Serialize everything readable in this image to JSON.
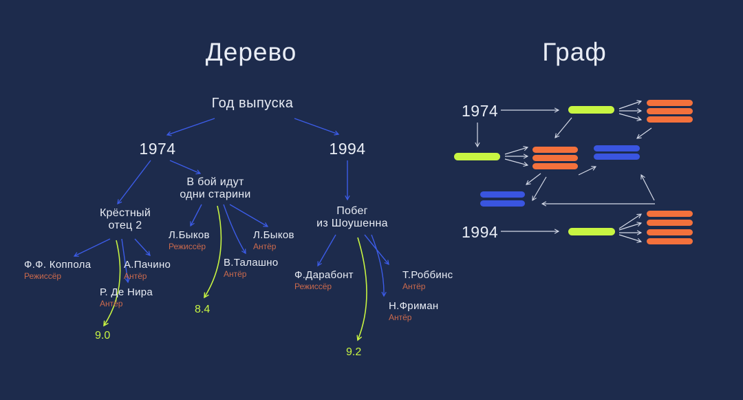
{
  "tree": {
    "title": "Дерево",
    "root_label": "Год выпуска",
    "year_left": "1974",
    "year_right": "1994",
    "movies": {
      "godfather": {
        "line1": "Крёстный",
        "line2": "отец 2"
      },
      "oldmen": {
        "line1": "В бой идут",
        "line2": "одни старини"
      },
      "shawshank": {
        "line1": "Побег",
        "line2": "из Шоушенна"
      }
    },
    "people": {
      "coppola": {
        "name": "Ф.Ф. Коппола",
        "role": "Режиссёр"
      },
      "pacino": {
        "name": "А.Пачино",
        "role": "Антёр"
      },
      "deniro": {
        "name": "Р. Де Нира",
        "role": "Антёр"
      },
      "bykov_dir": {
        "name": "Л.Быков",
        "role": "Режиссёр"
      },
      "bykov_act": {
        "name": "Л.Быков",
        "role": "Антёр"
      },
      "talashko": {
        "name": "В.Талашно",
        "role": "Антёр"
      },
      "darabont": {
        "name": "Ф.Дарабонт",
        "role": "Режиссёр"
      },
      "robbins": {
        "name": "Т.Роббинс",
        "role": "Антёр"
      },
      "freeman": {
        "name": "Н.Фриман",
        "role": "Антёр"
      }
    },
    "ratings": {
      "godfather": "9.0",
      "oldmen": "8.4",
      "shawshank": "9.2"
    }
  },
  "graph": {
    "title": "Граф",
    "year_top": "1974",
    "year_bottom": "1994"
  },
  "colors": {
    "background": "#1d2b4c",
    "text_primary": "#e9edf5",
    "tree_arrow": "#3c5ce8",
    "lime": "#c8f542",
    "orange": "#f4713c",
    "node_blue": "#3a55e0",
    "graph_arrow": "#d6dbe8",
    "role_color": "#cc6a4c"
  }
}
